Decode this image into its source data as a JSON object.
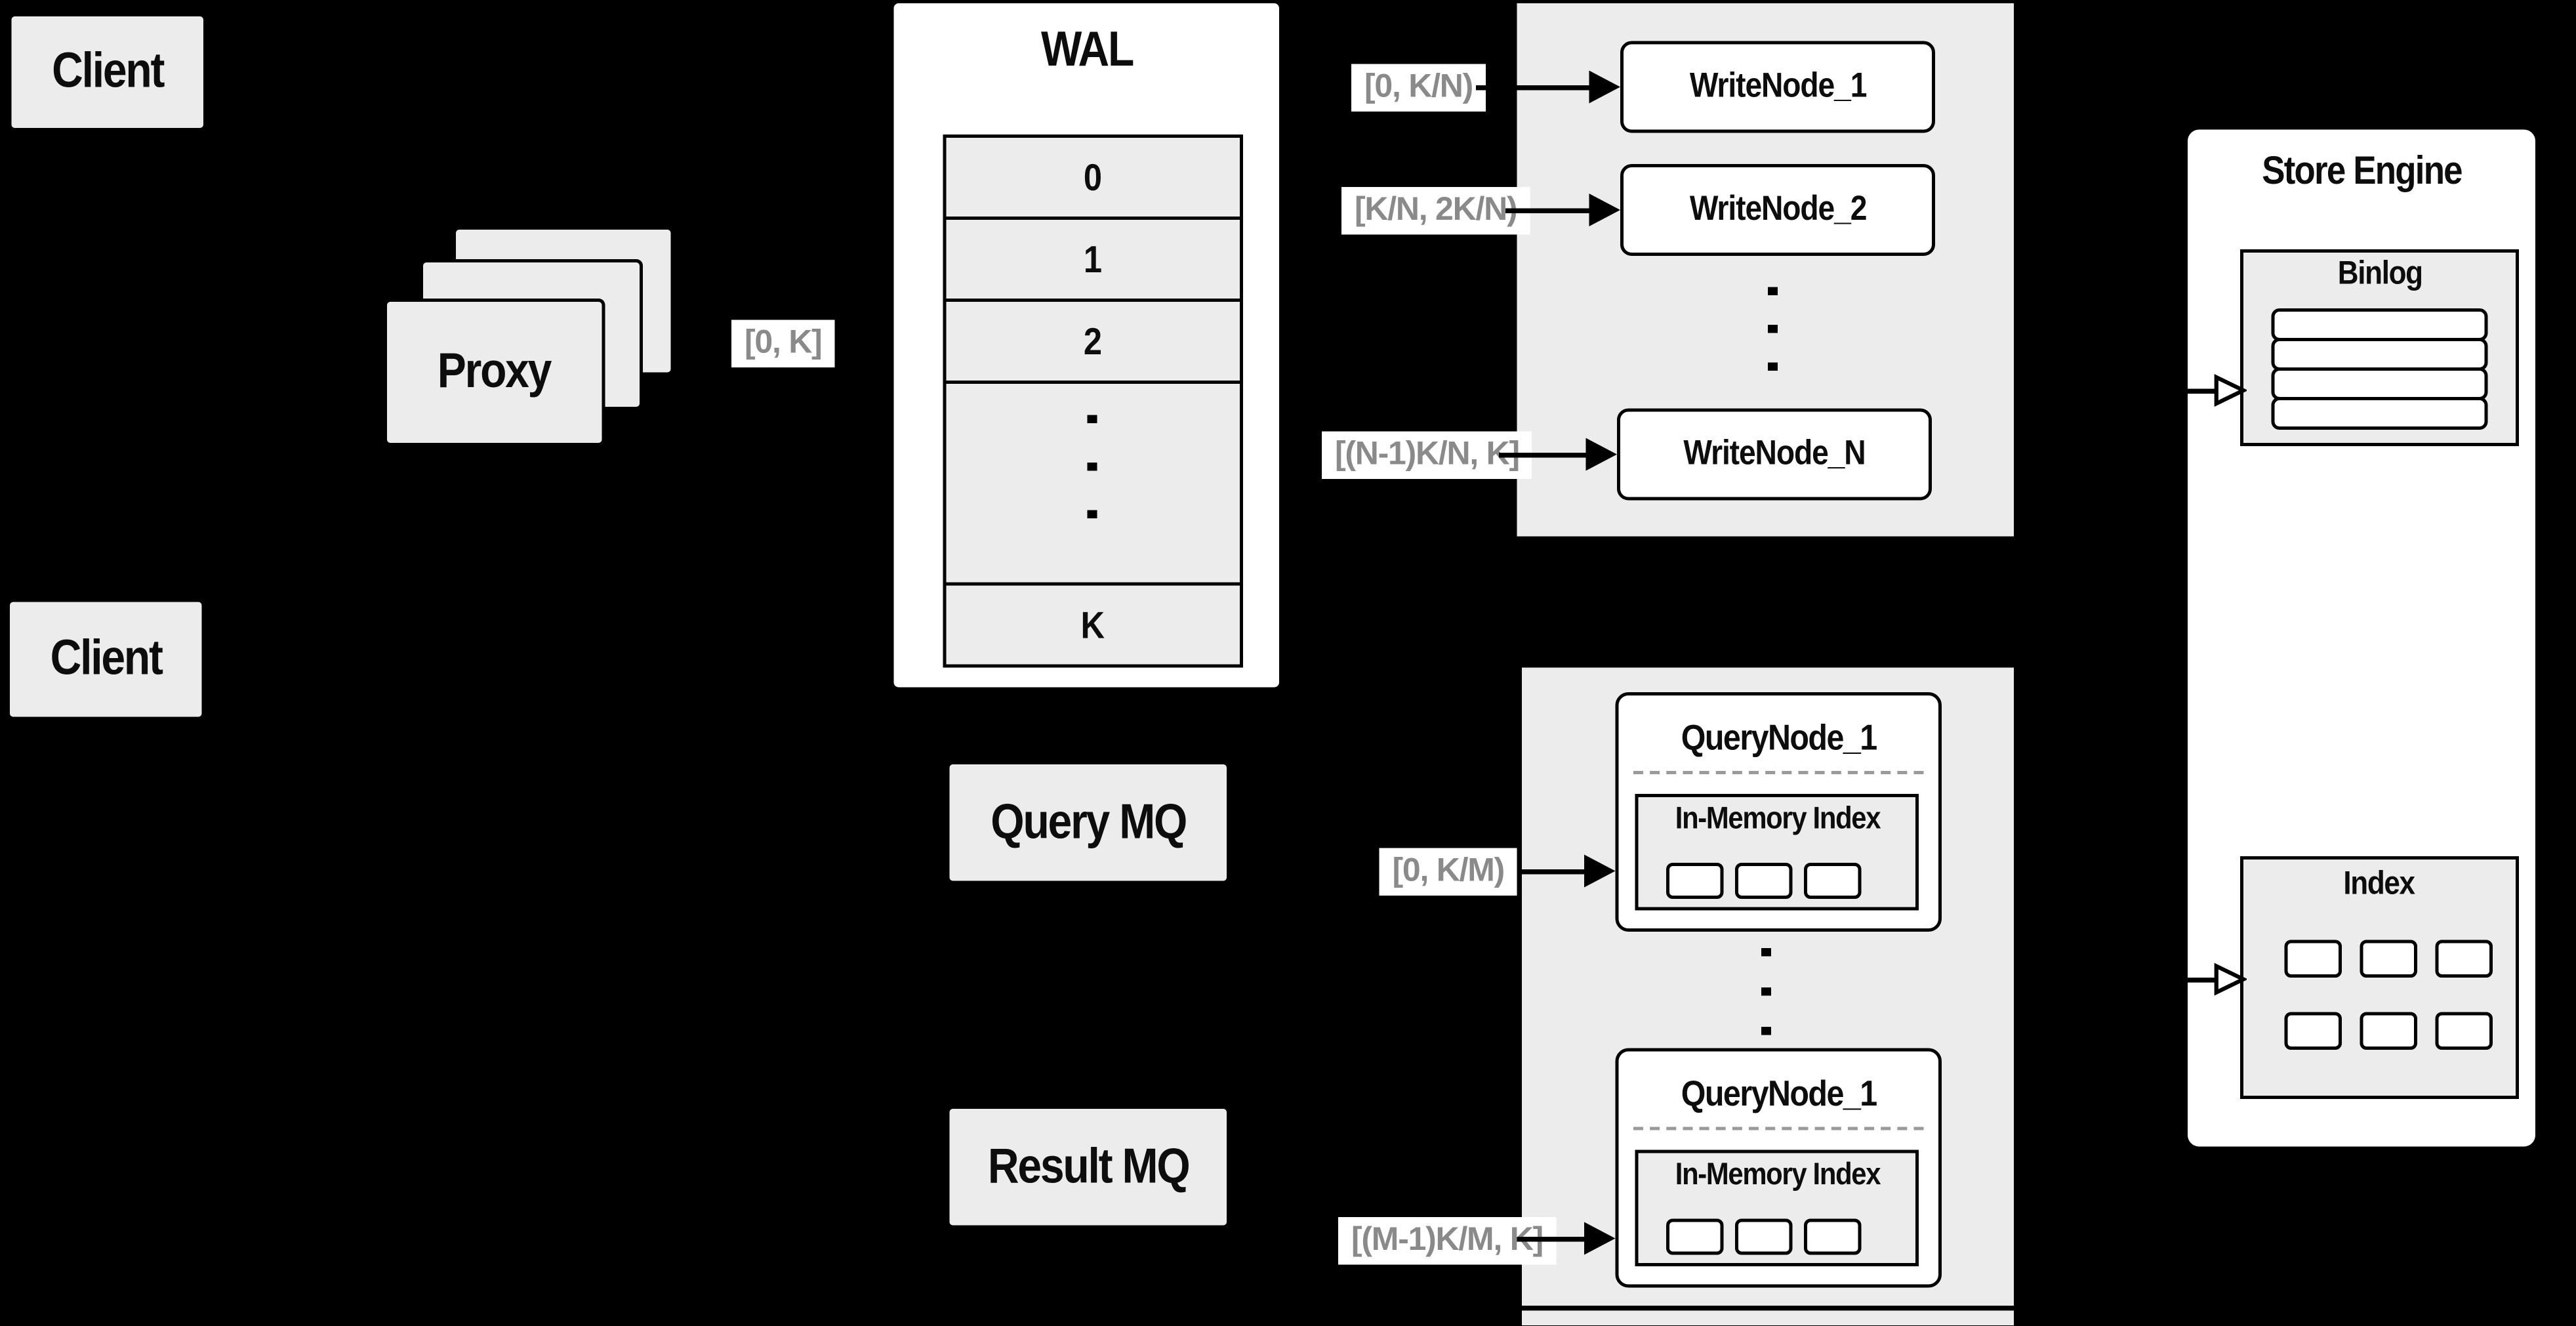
{
  "diagram": {
    "clients": {
      "top": "Client",
      "bottom": "Client"
    },
    "proxy": {
      "label": "Proxy",
      "input_range": "[0, K]"
    },
    "wal": {
      "title": "WAL",
      "rows": [
        "0",
        "1",
        "2",
        "K"
      ]
    },
    "write_nodes": {
      "items": [
        {
          "range": "[0, K/N)",
          "label": "WriteNode_1"
        },
        {
          "range": "[K/N, 2K/N)",
          "label": "WriteNode_2"
        },
        {
          "range": "[(N-1)K/N, K]",
          "label": "WriteNode_N"
        }
      ]
    },
    "store_engine": {
      "title": "Store Engine",
      "binlog_title": "Binlog",
      "index_title": "Index"
    },
    "query_mq": "Query MQ",
    "result_mq": "Result MQ",
    "query_nodes": {
      "items": [
        {
          "range": "[0, K/M)",
          "label": "QueryNode_1",
          "inner_title": "In-Memory Index"
        },
        {
          "range": "[(M-1)K/M, K]",
          "label": "QueryNode_1",
          "inner_title": "In-Memory Index"
        }
      ]
    },
    "colors": {
      "background": "#000000",
      "panel_gray": "#ececec",
      "box_white": "#ffffff",
      "border_black": "#000000",
      "range_text_gray": "#8a8a8a"
    }
  }
}
